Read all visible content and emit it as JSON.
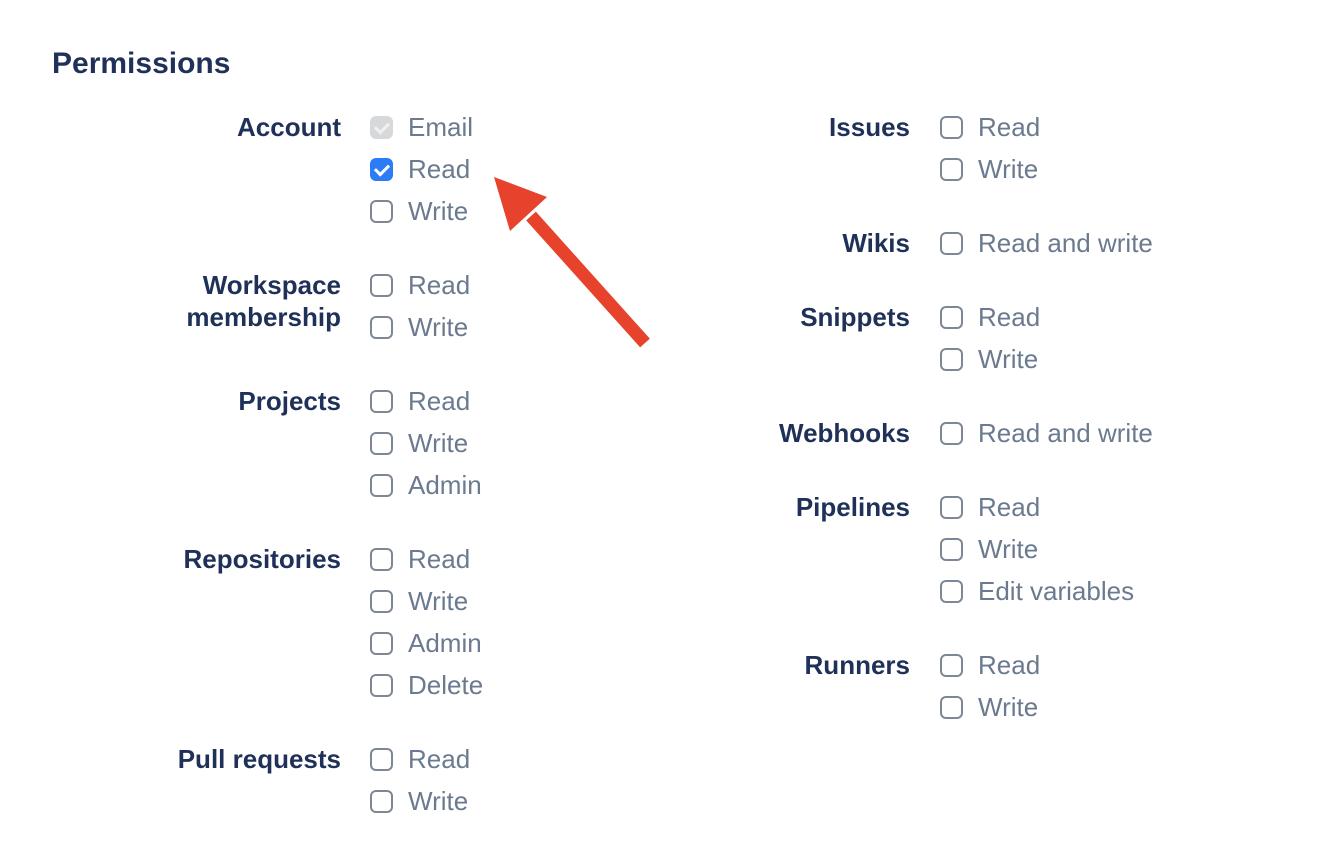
{
  "heading": "Permissions",
  "colors": {
    "heading_text": "#1f3158",
    "group_label_text": "#1f3158",
    "option_label_text": "#6b7a8f",
    "checkbox_border": "#7d8795",
    "checkbox_checked_bg": "#2b7cf7",
    "checkbox_checked_mark": "#ffffff",
    "checkbox_disabled_bg": "#d6d8da",
    "checkbox_disabled_mark": "#eef0f1",
    "arrow": "#e7422b"
  },
  "permissions": {
    "columns": [
      {
        "groups": [
          {
            "label": "Account",
            "options": [
              {
                "label": "Email",
                "state": "disabled-checked"
              },
              {
                "label": "Read",
                "state": "checked"
              },
              {
                "label": "Write",
                "state": "unchecked"
              }
            ]
          },
          {
            "label": "Workspace membership",
            "options": [
              {
                "label": "Read",
                "state": "unchecked"
              },
              {
                "label": "Write",
                "state": "unchecked"
              }
            ]
          },
          {
            "label": "Projects",
            "options": [
              {
                "label": "Read",
                "state": "unchecked"
              },
              {
                "label": "Write",
                "state": "unchecked"
              },
              {
                "label": "Admin",
                "state": "unchecked"
              }
            ]
          },
          {
            "label": "Repositories",
            "options": [
              {
                "label": "Read",
                "state": "unchecked"
              },
              {
                "label": "Write",
                "state": "unchecked"
              },
              {
                "label": "Admin",
                "state": "unchecked"
              },
              {
                "label": "Delete",
                "state": "unchecked"
              }
            ]
          },
          {
            "label": "Pull requests",
            "options": [
              {
                "label": "Read",
                "state": "unchecked"
              },
              {
                "label": "Write",
                "state": "unchecked"
              }
            ]
          }
        ]
      },
      {
        "groups": [
          {
            "label": "Issues",
            "options": [
              {
                "label": "Read",
                "state": "unchecked"
              },
              {
                "label": "Write",
                "state": "unchecked"
              }
            ]
          },
          {
            "label": "Wikis",
            "options": [
              {
                "label": "Read and write",
                "state": "unchecked"
              }
            ]
          },
          {
            "label": "Snippets",
            "options": [
              {
                "label": "Read",
                "state": "unchecked"
              },
              {
                "label": "Write",
                "state": "unchecked"
              }
            ]
          },
          {
            "label": "Webhooks",
            "options": [
              {
                "label": "Read and write",
                "state": "unchecked"
              }
            ]
          },
          {
            "label": "Pipelines",
            "options": [
              {
                "label": "Read",
                "state": "unchecked"
              },
              {
                "label": "Write",
                "state": "unchecked"
              },
              {
                "label": "Edit variables",
                "state": "unchecked"
              }
            ]
          },
          {
            "label": "Runners",
            "options": [
              {
                "label": "Read",
                "state": "unchecked"
              },
              {
                "label": "Write",
                "state": "unchecked"
              }
            ]
          }
        ]
      }
    ]
  },
  "annotation": {
    "arrow_color": "#e7422b",
    "points_at": "Account Read checkbox"
  }
}
